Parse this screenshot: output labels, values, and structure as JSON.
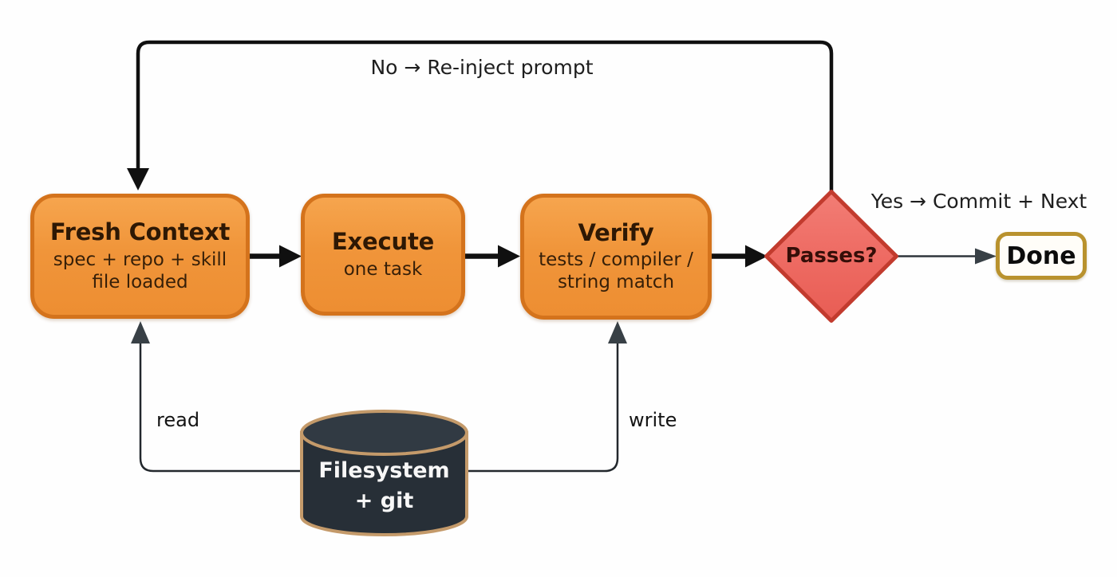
{
  "diagram": {
    "nodes": {
      "fresh_context": {
        "title": "Fresh Context",
        "subtitle": "spec + repo + skill file loaded"
      },
      "execute": {
        "title": "Execute",
        "subtitle": "one task"
      },
      "verify": {
        "title": "Verify",
        "subtitle": "tests / compiler / string match"
      },
      "passes": {
        "label": "Passes?"
      },
      "done": {
        "label": "Done"
      },
      "datastore": {
        "line1": "Filesystem",
        "line2": "+ git"
      }
    },
    "edge_labels": {
      "no_branch": "No → Re-inject prompt",
      "yes_branch": "Yes → Commit + Next",
      "read": "read",
      "write": "write"
    },
    "colors": {
      "process_fill": "#F0953A",
      "process_border": "#D4731C",
      "decision_fill": "#EE6B63",
      "decision_border": "#C23B2E",
      "terminal_border": "#B9922E",
      "datastore_fill": "#2A323B",
      "datastore_border": "#C49A6A",
      "arrow_main": "#111111",
      "arrow_thin": "#23282d"
    }
  }
}
